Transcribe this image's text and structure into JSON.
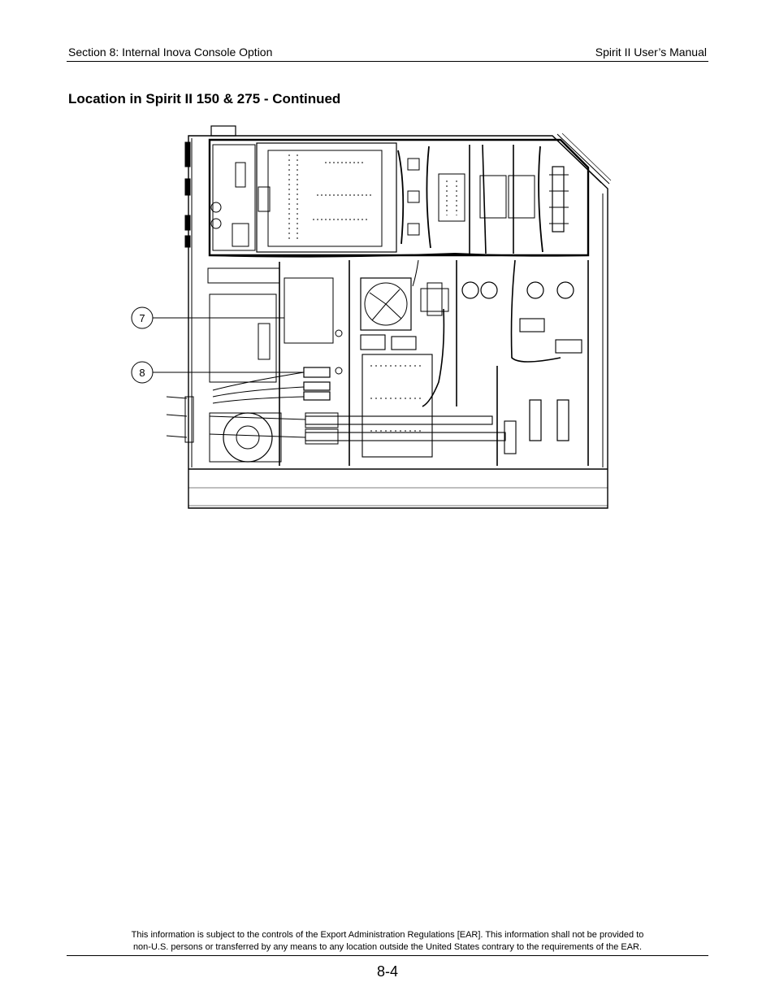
{
  "header": {
    "section": "Section 8: Internal Inova Console Option",
    "manual": "Spirit II User’s Manual"
  },
  "heading": "Location in Spirit II 150 & 275 - Continued",
  "figure": {
    "callouts": [
      "7",
      "8"
    ]
  },
  "footer": {
    "line1": "This information is subject to the controls of the Export Administration Regulations [EAR].  This information shall not be provided to",
    "line2": "non-U.S. persons or transferred by any means to any location outside the United States contrary to the requirements of the EAR."
  },
  "page_number": "8-4"
}
